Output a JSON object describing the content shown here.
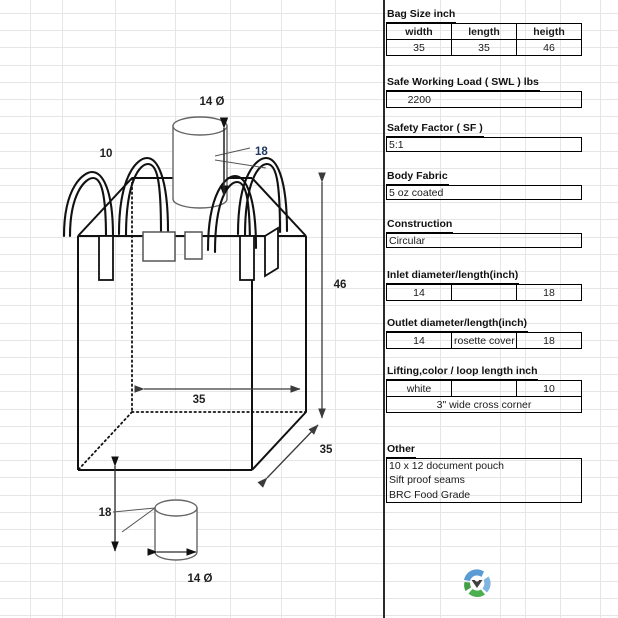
{
  "document": {
    "type": "spreadsheet-drawing",
    "grid_color": "#e6e6e6",
    "separator_color": "#2b2b2b"
  },
  "drawing": {
    "title": "bulk-bag-fibc-technical-drawing",
    "labels": {
      "top_inlet_diameter": "14  Ø",
      "loop_length": "10",
      "inlet_length": "18",
      "height": "46",
      "width_front": "35",
      "depth_side": "35",
      "outlet_length": "18",
      "bottom_outlet_diameter": "14   Ø"
    }
  },
  "spec": {
    "bag_size": {
      "title": "Bag Size inch",
      "headers": [
        "width",
        "length",
        "heigth"
      ],
      "values": [
        "35",
        "35",
        "46"
      ]
    },
    "swl": {
      "title": "Safe Working Load ( SWL ) lbs",
      "value": "2200"
    },
    "safety_factor": {
      "title": "Safety Factor ( SF )",
      "value": "5:1"
    },
    "body_fabric": {
      "title": "Body Fabric",
      "value": "5 oz coated"
    },
    "construction": {
      "title": "Construction",
      "value": "Circular"
    },
    "inlet": {
      "title": "Inlet diameter/length(inch)",
      "values": [
        "14",
        "",
        "18"
      ]
    },
    "outlet": {
      "title": "Outlet diameter/length(inch)",
      "values": [
        "14",
        "rosette cover",
        "18"
      ]
    },
    "lifting": {
      "title": "Lifting,color / loop length inch",
      "values": [
        "white",
        "",
        "10"
      ],
      "note": "3\" wide cross corner"
    },
    "other": {
      "title": "Other",
      "lines": [
        "10 x 12 document pouch",
        "Sift proof seams",
        "BRC Food Grade"
      ]
    }
  },
  "logo": {
    "name": "company-logo",
    "colors": {
      "blue": "#5b9bd5",
      "green": "#4caf50",
      "dark": "#3f3f3f"
    }
  }
}
